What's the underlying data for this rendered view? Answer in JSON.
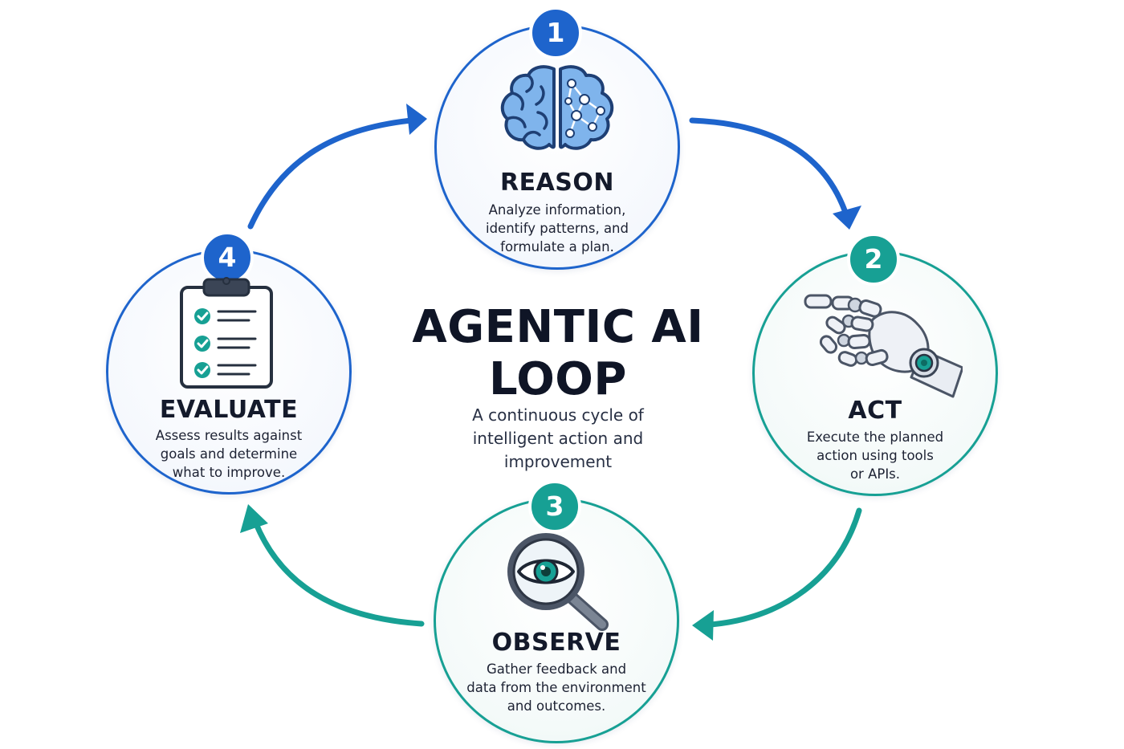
{
  "center": {
    "title_line1": "AGENTIC AI",
    "title_line2": "LOOP",
    "subtitle_line1": "A continuous cycle of",
    "subtitle_line2": "intelligent action and",
    "subtitle_line3": "improvement"
  },
  "steps": [
    {
      "number": "1",
      "title": "REASON",
      "desc": [
        "Analyze information,",
        "identify patterns, and",
        "formulate a plan."
      ],
      "icon": "brain-network-icon",
      "color": "#1e64cc"
    },
    {
      "number": "2",
      "title": "ACT",
      "desc": [
        "Execute the planned",
        "action using tools",
        "or APIs."
      ],
      "icon": "robot-hand-icon",
      "color": "#17a094"
    },
    {
      "number": "3",
      "title": "OBSERVE",
      "desc": [
        "Gather feedback and",
        "data from the environment",
        "and outcomes."
      ],
      "icon": "magnifier-eye-icon",
      "color": "#17a094"
    },
    {
      "number": "4",
      "title": "EVALUATE",
      "desc": [
        "Assess results against",
        "goals and determine",
        "what to improve."
      ],
      "icon": "clipboard-checklist-icon",
      "color": "#1e64cc"
    }
  ],
  "colors": {
    "blue": "#1e64cc",
    "teal": "#17a094",
    "text_dark": "#141a2b"
  }
}
